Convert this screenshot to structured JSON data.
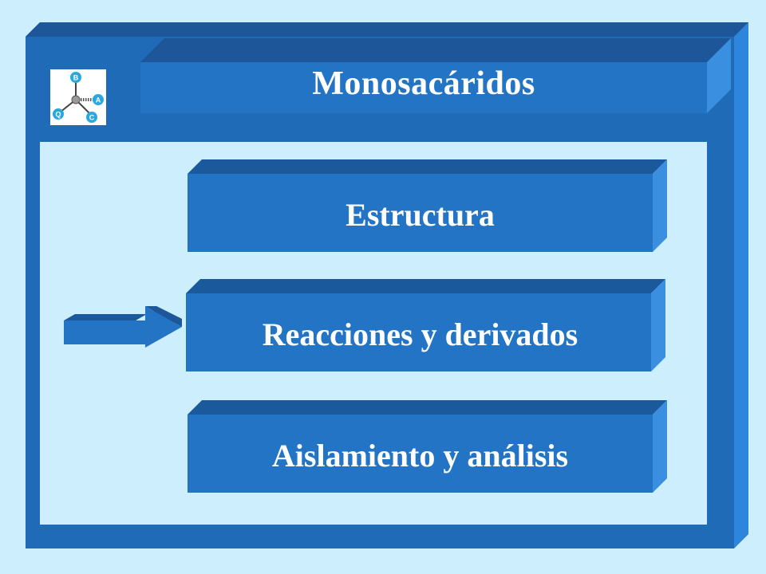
{
  "slide": {
    "title": "Monosacáridos",
    "logo": {
      "icon": "molecule-logo-icon",
      "letters": [
        "B",
        "A",
        "C",
        "Q"
      ]
    },
    "menu": [
      {
        "label": "Estructura",
        "active": false
      },
      {
        "label": "Reacciones y derivados",
        "active": true
      },
      {
        "label": "Aislamiento y análisis",
        "active": false
      }
    ],
    "pointer_icon": "arrow-right-icon"
  },
  "colors": {
    "background": "#cdeefc",
    "frame": "#1f6bb8",
    "frame_dark": "#1d5799",
    "frame_light": "#2e86dc",
    "button_face": "#2474c6",
    "button_top": "#1a5a9c",
    "button_side": "#3a8fe0",
    "text": "#ffffff"
  }
}
